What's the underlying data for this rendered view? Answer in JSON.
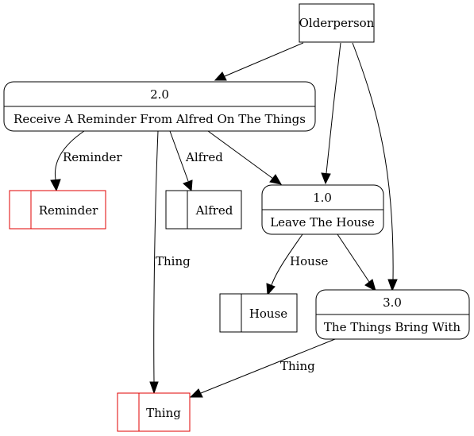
{
  "entities": {
    "olderperson": "Olderperson"
  },
  "processes": {
    "p2": {
      "id": "2.0",
      "name": "Receive A Reminder From Alfred On The Things"
    },
    "p1": {
      "id": "1.0",
      "name": "Leave The House"
    },
    "p3": {
      "id": "3.0",
      "name": "The Things Bring With"
    }
  },
  "stores": {
    "reminder": "Reminder",
    "alfred": "Alfred",
    "house": "House",
    "thing": "Thing"
  },
  "flows": {
    "reminder": "Reminder",
    "alfred": "Alfred",
    "thing": "Thing",
    "house": "House",
    "thing2": "Thing"
  },
  "colors": {
    "highlight": "#e00000",
    "line": "#000000"
  }
}
